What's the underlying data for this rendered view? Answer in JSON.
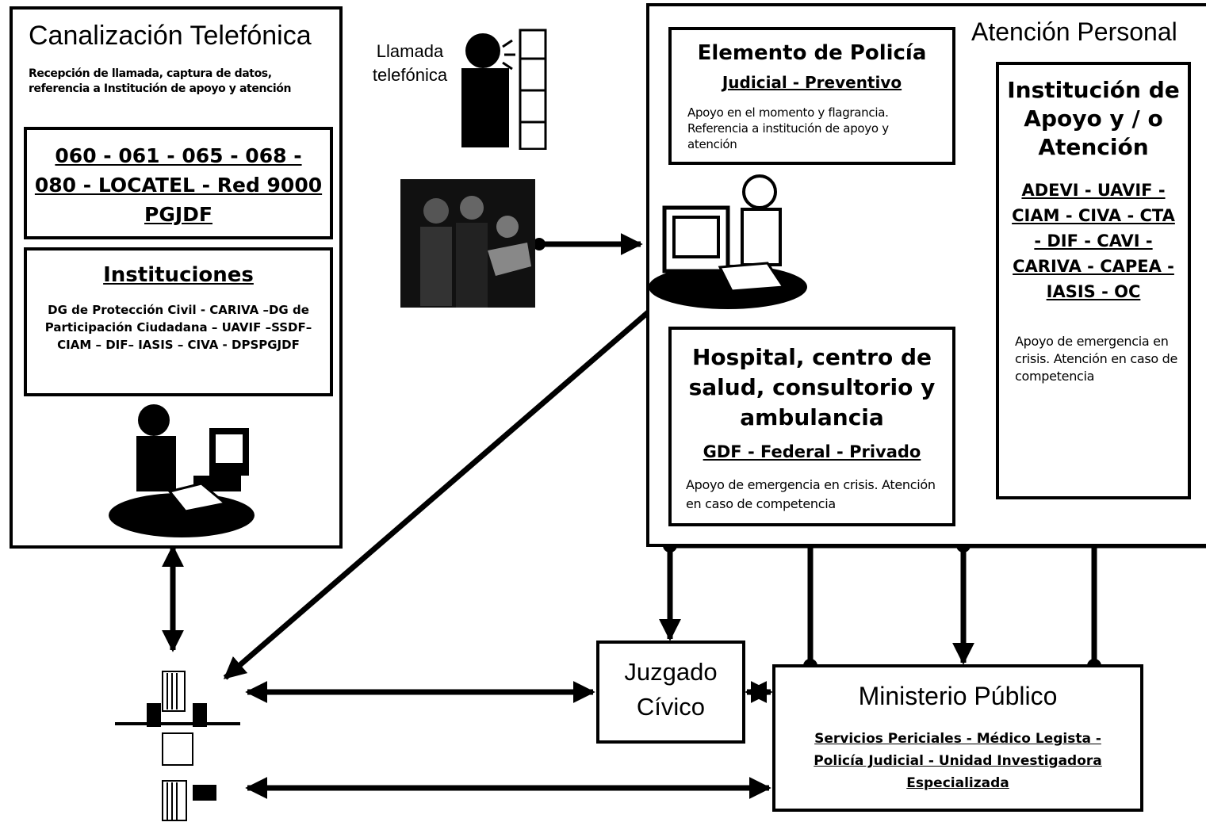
{
  "canalizacion": {
    "title": "Canalización Telefónica",
    "desc": "Recepción de llamada, captura de datos, referencia a Institución de apoyo y atención",
    "phones": "060 - 061 - 065 - 068 - 080 - LOCATEL - Red 9000 PGJDF"
  },
  "instituciones": {
    "title": "Instituciones",
    "body": "DG de Protección Civil - CARIVA –DG de Participación Ciudadana – UAVIF –SSDF– CIAM – DIF– IASIS – CIVA - DPSPGJDF"
  },
  "llamada_label": "Llamada telefónica",
  "atencion_personal": {
    "title": "Atención Personal"
  },
  "policia": {
    "title": "Elemento de Policía",
    "sub": "Judicial - Preventivo",
    "body": "Apoyo en el momento y flagrancia. Referencia a institución de apoyo y atención"
  },
  "hospital": {
    "title": "Hospital, centro de salud, consultorio y ambulancia",
    "sub": "GDF - Federal - Privado",
    "body": "Apoyo de emergencia en crisis. Atención en caso de competencia"
  },
  "institucion_apoyo": {
    "title": "Institución de Apoyo y / o Atención",
    "list": "ADEVI - UAVIF - CIAM - CIVA - CTA - DIF - CAVI - CARIVA - CAPEA - IASIS - OC",
    "body": "Apoyo de emergencia en crisis. Atención en caso de competencia"
  },
  "juzgado": {
    "title": "Juzgado Cívico"
  },
  "ministerio": {
    "title": "Ministerio Público",
    "sub": "Servicios Periciales - Médico Legista - Policía Judicial - Unidad Investigadora Especializada"
  }
}
